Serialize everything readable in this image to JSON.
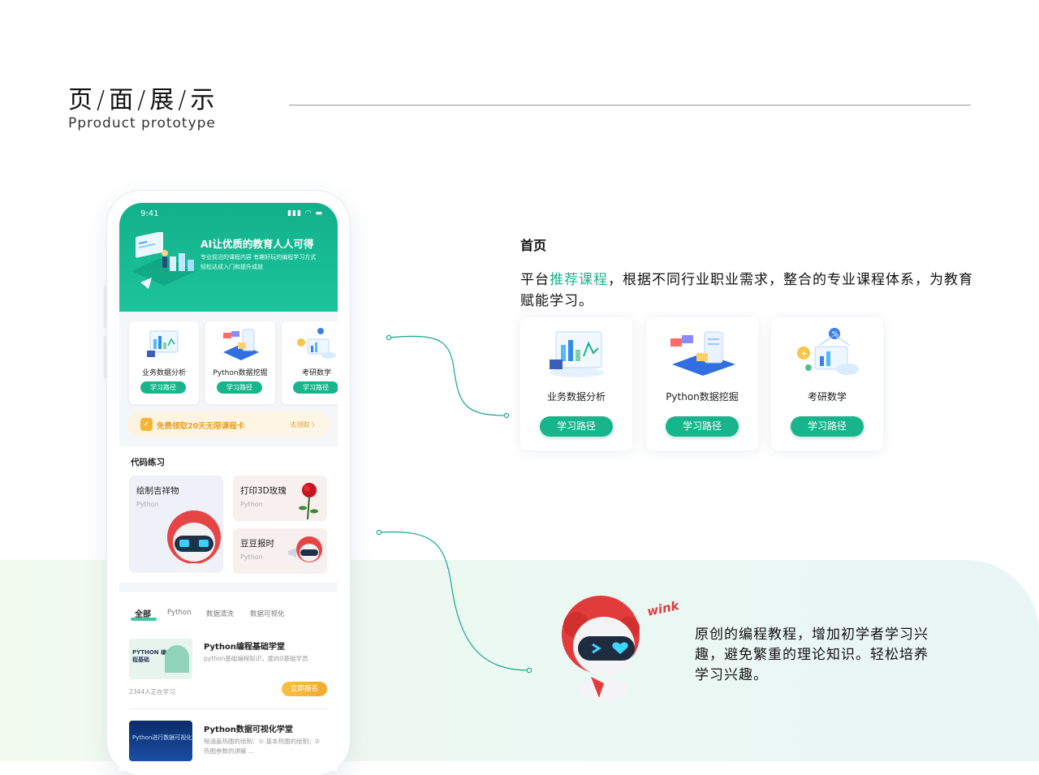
{
  "header": {
    "title": "页/面/展/示",
    "subtitle": "Pproduct prototype"
  },
  "phone": {
    "status_time": "9:41",
    "status_icons": "▮▮▮ ◠ ▬",
    "hero_title": "AI让优质的教育人人可得",
    "hero_line1": "专业前沿的课程内容    有趣好玩的编程学习方式",
    "hero_line2": "轻松达成入门和提升成就",
    "mini_cards": [
      {
        "label": "业务数据分析",
        "button": "学习路径"
      },
      {
        "label": "Python数据挖掘",
        "button": "学习路径"
      },
      {
        "label": "考研数学",
        "button": "学习路径"
      }
    ],
    "promo_text": "免费领取20天无限课程卡",
    "promo_link": "去领取 〉",
    "code_section_title": "代码练习",
    "code_cards": [
      {
        "title": "绘制吉祥物",
        "lang": "Python"
      },
      {
        "title": "打印3D玫瑰",
        "lang": "Python"
      },
      {
        "title": "豆豆报时",
        "lang": "Python"
      }
    ],
    "tabs": [
      "全部",
      "Python",
      "数据清洗",
      "数据可视化"
    ],
    "courses": [
      {
        "title": "Python编程基础学堂",
        "desc": "python基础编程知识，面向0基础学员",
        "meta": "2344人正在学习",
        "button": "立即报名",
        "thumb_text": "PYTHON 编程基础"
      },
      {
        "title": "Python数据可视化学堂",
        "desc": "程涵盖热图的绘制：① 基本热图的绘制；②热图参数的讲解 ...",
        "thumb_text": "Python进行数据可视化"
      }
    ]
  },
  "right": {
    "title": "首页",
    "desc_pre": "平台",
    "desc_highlight": "推荐课程",
    "desc_post": "，根据不同行业职业需求，整合的专业课程体系，为教育赋能学习。",
    "cards": [
      {
        "label": "业务数据分析",
        "button": "学习路径"
      },
      {
        "label": "Python数据挖掘",
        "button": "学习路径"
      },
      {
        "label": "考研数学",
        "button": "学习路径"
      }
    ],
    "wink": "wink",
    "desc2": "原创的编程教程，增加初学者学习兴趣，避免繁重的理论知识。轻松培养学习兴趣。"
  },
  "colors": {
    "accent": "#18b48b",
    "promo": "#e6a12a",
    "mascot_red": "#e23b3b"
  }
}
